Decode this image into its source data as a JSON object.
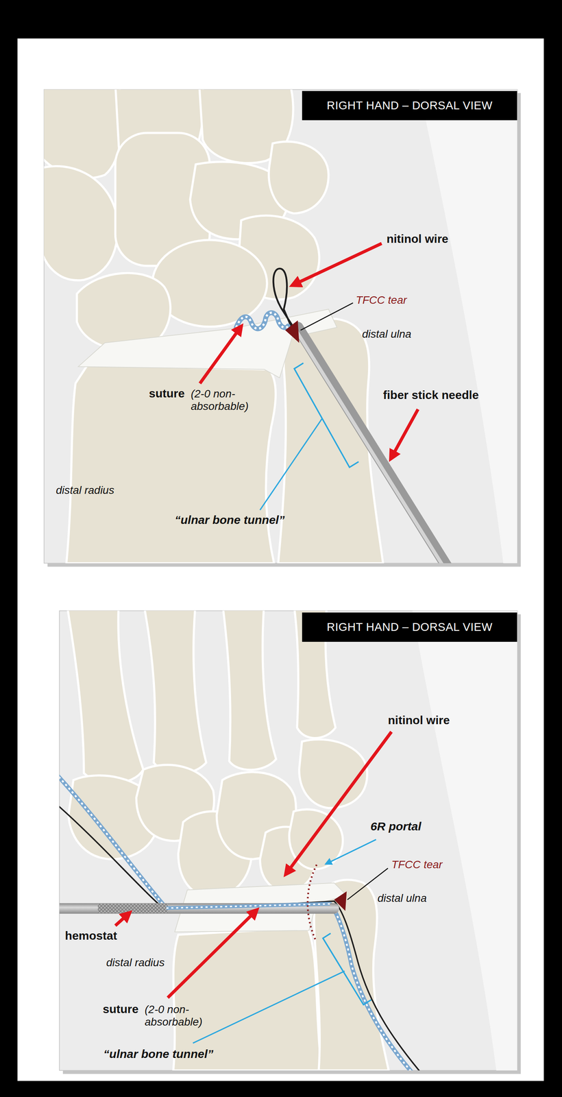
{
  "diagram": {
    "nodes": [
      {
        "text": [
          "RIGHT HAND – DORSAL VIEW"
        ]
      },
      {
        "text": [
          "RIGHT HAND – DORSAL VIEW"
        ]
      }
    ],
    "labels": [
      "nitinol wire",
      "TFCC tear",
      "distal ulna",
      "suture",
      "(2-0 non-absorbable)",
      "fiber stick needle",
      "distal radius",
      "“ulnar bone tunnel”",
      "nitinol wire",
      "6R portal",
      "TFCC tear",
      "distal ulna",
      "hemostat",
      "distal radius",
      "suture",
      "(2-0 non-absorbable)",
      "“ulnar bone tunnel”"
    ]
  }
}
